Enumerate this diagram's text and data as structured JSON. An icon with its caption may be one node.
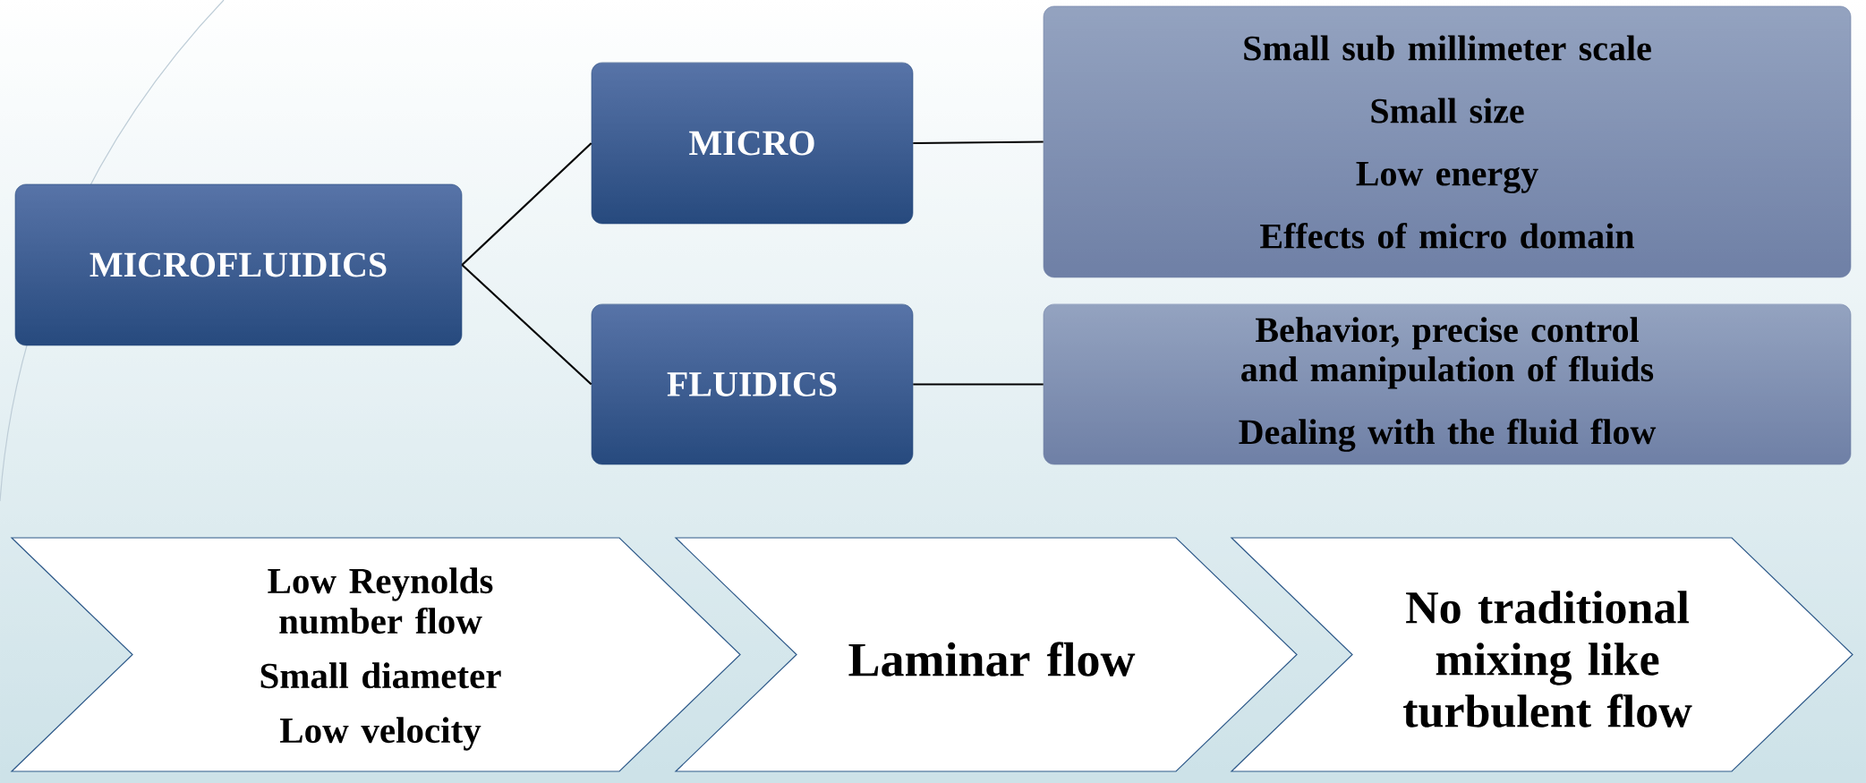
{
  "diagram": {
    "nodes": [
      {
        "text": [
          "MICROFLUIDICS"
        ]
      },
      {
        "text": [
          "MICRO"
        ]
      },
      {
        "text": [
          "FLUIDICS"
        ]
      },
      {
        "text": [
          "Small sub millimeter scale",
          "Small size",
          "Low energy",
          "Effects of micro domain"
        ]
      },
      {
        "text": [
          "Behavior, precise control and manipulation of fluids",
          "Dealing with the fluid flow"
        ]
      },
      {
        "text": [
          "Low Reynolds number flow",
          "Small diameter",
          "Low velocity"
        ]
      },
      {
        "text": [
          "Laminar flow"
        ]
      },
      {
        "text": [
          "No traditional mixing like turbulent flow"
        ]
      }
    ],
    "edges": [
      {
        "from": 0,
        "to": 1,
        "arrow": "none"
      },
      {
        "from": 0,
        "to": 2,
        "arrow": "none"
      },
      {
        "from": 1,
        "to": 3,
        "arrow": "none"
      },
      {
        "from": 2,
        "to": 4,
        "arrow": "none"
      }
    ]
  }
}
